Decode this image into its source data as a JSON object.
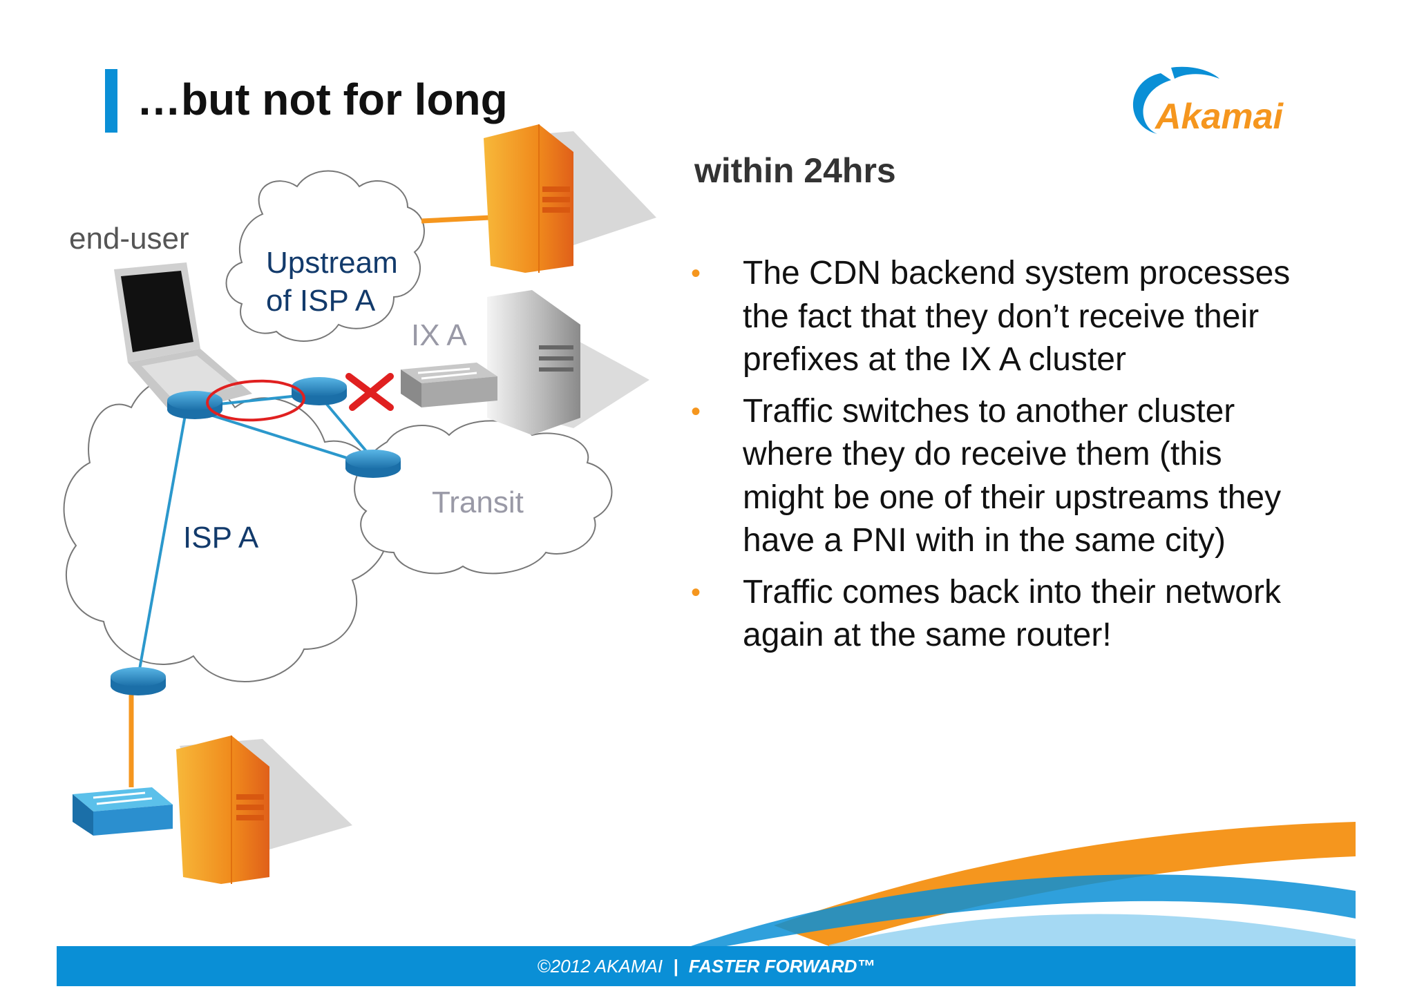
{
  "title": "…but not for long",
  "logo": {
    "text": "Akamai"
  },
  "subheading": "within 24hrs",
  "bullets": [
    {
      "text": "The CDN backend system processes the fact that they don’t receive their prefixes at the IX A cluster"
    },
    {
      "text": "Traffic switches to another cluster where they do receive them (this might be one of their upstreams they have a PNI with in the same city)"
    },
    {
      "text": "Traffic comes back into their network again at the same router!"
    }
  ],
  "diagram": {
    "end_user_label": "end-user",
    "upstream_label_line1": "Upstream",
    "upstream_label_line2": "of ISP A",
    "ix_label": "IX A",
    "transit_label": "Transit",
    "isp_label": "ISP A"
  },
  "footer": {
    "copyright": "©2012 AKAMAI",
    "separator": "|",
    "tagline": "FASTER FORWARD™"
  },
  "colors": {
    "accent_blue": "#0a8fd6",
    "accent_orange": "#f5961e",
    "link_blue": "#2b98cc",
    "error_red": "#e02020"
  }
}
